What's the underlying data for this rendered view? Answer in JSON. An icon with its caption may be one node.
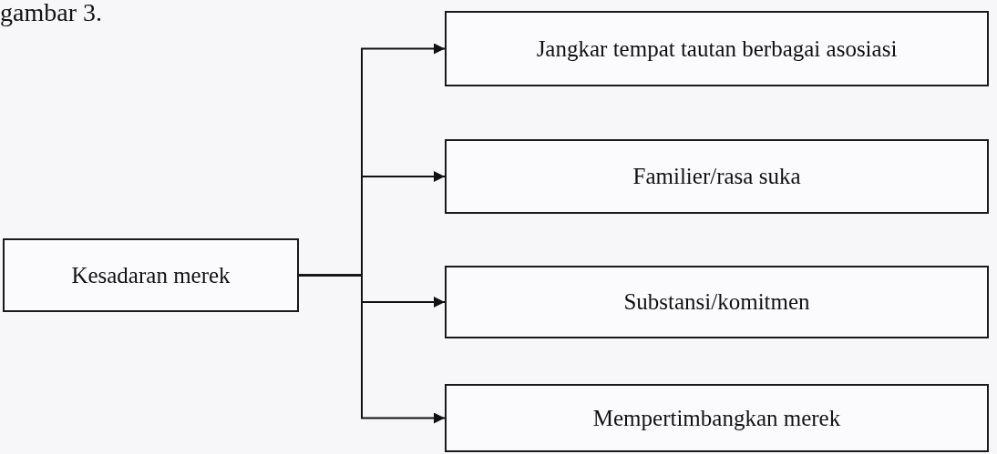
{
  "diagram": {
    "nodes": [
      {
        "text": [
          "Kesadaran merek"
        ]
      },
      {
        "text": [
          "Jangkar tempat tautan berbagai asosiasi"
        ]
      },
      {
        "text": [
          "Familier/rasa suka"
        ]
      },
      {
        "text": [
          "Substansi/komitmen"
        ]
      },
      {
        "text": [
          "Mempertimbangkan merek"
        ]
      }
    ],
    "edges": [
      {
        "from": 0,
        "to": 1,
        "arrow": "to"
      },
      {
        "from": 0,
        "to": 2,
        "arrow": "to"
      },
      {
        "from": 0,
        "to": 3,
        "arrow": "to"
      },
      {
        "from": 0,
        "to": 4,
        "arrow": "to"
      }
    ],
    "labels": [
      "gambar 3."
    ]
  }
}
